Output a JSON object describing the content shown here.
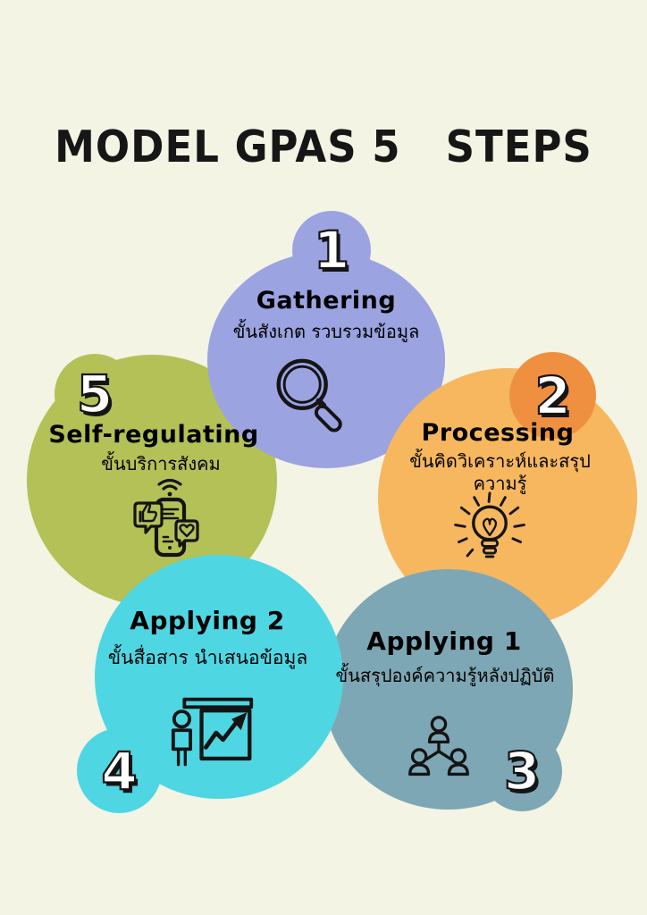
{
  "title": "MODEL GPAS 5   STEPS",
  "background": "#f3f4e4",
  "text_color": "#161616",
  "steps": [
    {
      "number": "1",
      "label": "Gathering",
      "subtitle": "ขั้นสังเกต รวบรวมข้อมูล",
      "color": "#9ba3e1",
      "badge_color": "#9ba3e1",
      "icon": "magnifier-icon"
    },
    {
      "number": "2",
      "label": "Processing",
      "subtitle": "ขั้นคิดวิเคราะห์และสรุปความรู้",
      "color": "#f6b75f",
      "badge_color": "#ef9040",
      "icon": "lightbulb-icon"
    },
    {
      "number": "3",
      "label": "Applying 1",
      "subtitle": "ขั้นสรุปองค์ความรู้หลังปฏิบัติ",
      "color": "#7ea7b5",
      "badge_color": "#7ea7b5",
      "icon": "team-icon"
    },
    {
      "number": "4",
      "label": "Applying 2",
      "subtitle": "ขั้นสื่อสาร นำเสนอข้อมูล",
      "color": "#4fd6e3",
      "badge_color": "#4fd6e3",
      "icon": "presentation-icon"
    },
    {
      "number": "5",
      "label": "Self-regulating",
      "subtitle": "ขั้นบริการสังคม",
      "color": "#b3c157",
      "badge_color": "#b3c157",
      "icon": "social-phone-icon"
    }
  ]
}
